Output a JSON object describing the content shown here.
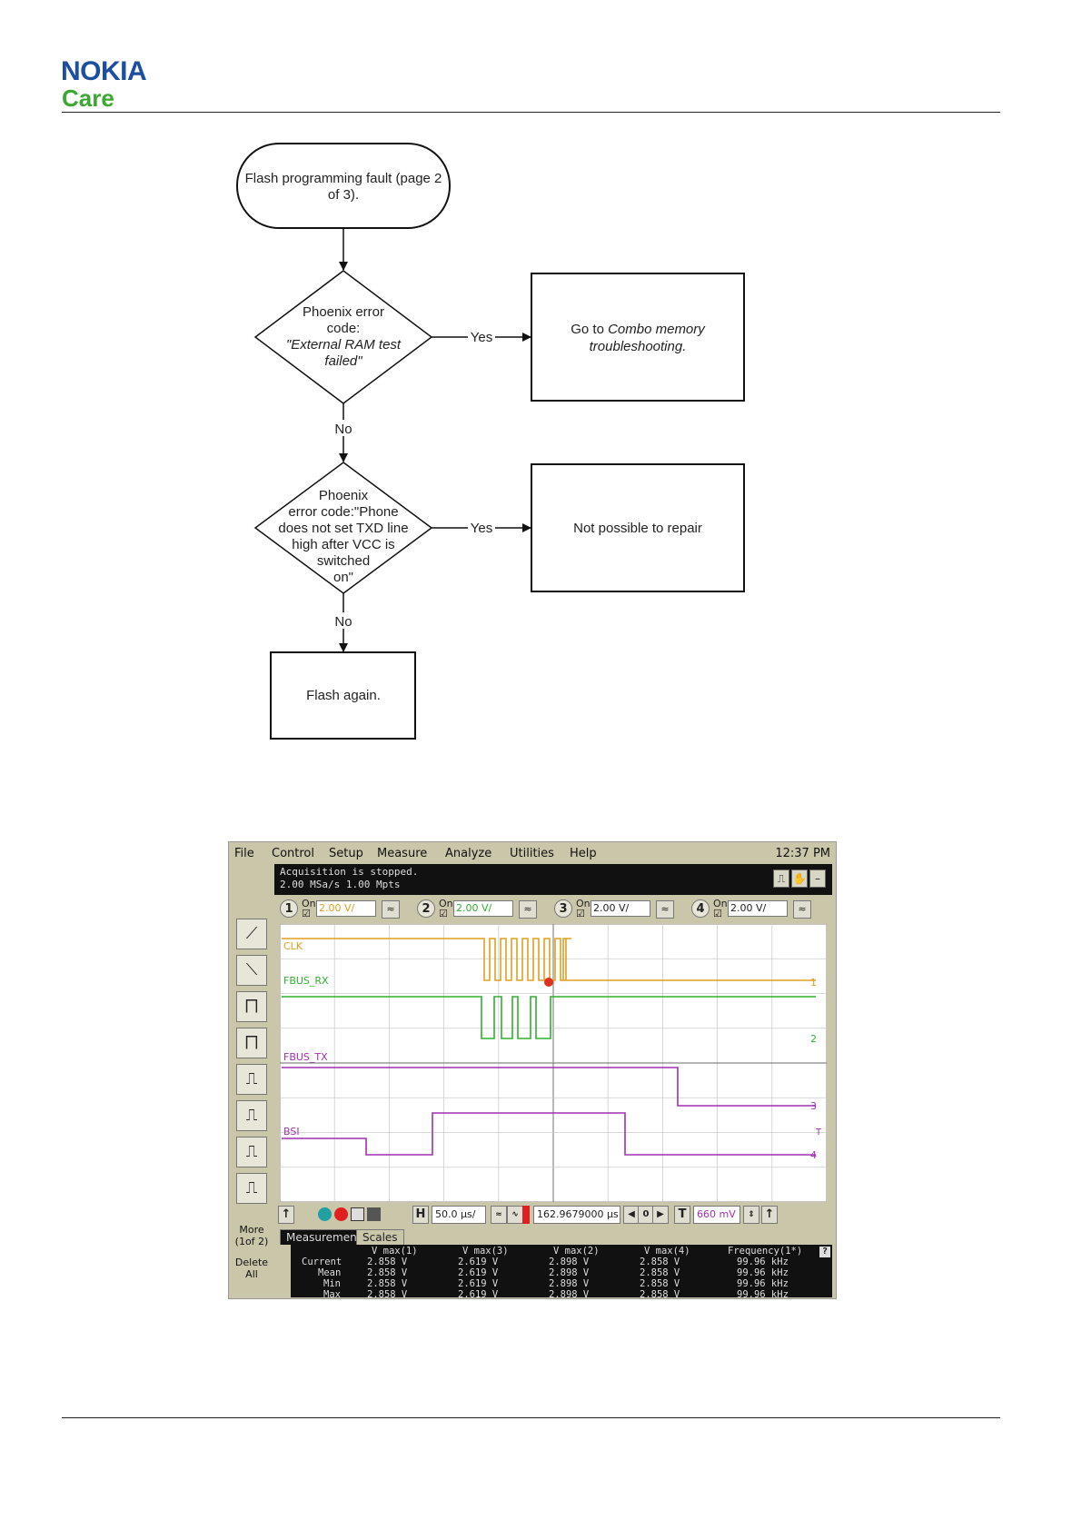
{
  "header": {
    "logo_brand": "NOKIA",
    "logo_sub": "Care"
  },
  "flowchart": {
    "start": [
      "Flash programming fault (page 2",
      "of 3)."
    ],
    "decision1": [
      "Phoenix error",
      "code:",
      "\"External RAM test",
      "failed\""
    ],
    "action1_plain": "Go to ",
    "action1_italic": "Combo memory",
    "action1_line2": "troubleshooting.",
    "decision2": [
      "Phoenix",
      "error code:\"Phone",
      "does not set TXD line",
      "high after VCC is",
      "switched",
      "on\""
    ],
    "action2": "Not possible to repair",
    "end": "Flash again.",
    "yes_label": "Yes",
    "no_label": "No"
  },
  "scope": {
    "menu": [
      "File",
      "Control",
      "Setup",
      "Measure",
      "Analyze",
      "Utilities",
      "Help"
    ],
    "clock": "12:37 PM",
    "status_line1": "Acquisition is stopped.",
    "status_line2": "2.00 MSa/s   1.00 Mpts",
    "channels": [
      {
        "num": "1",
        "on": "On",
        "scale": "2.00 V/",
        "color": "#e0a020"
      },
      {
        "num": "2",
        "on": "On",
        "scale": "2.00 V/",
        "color": "#30b030"
      },
      {
        "num": "3",
        "on": "On",
        "scale": "2.00 V/",
        "color": "#222222"
      },
      {
        "num": "4",
        "on": "On",
        "scale": "2.00 V/",
        "color": "#222222"
      }
    ],
    "traces": [
      {
        "label": "CLK",
        "color": "#e0a020",
        "end_marker": "1"
      },
      {
        "label": "FBUS_RX",
        "color": "#30b030",
        "end_marker": "2"
      },
      {
        "label": "FBUS_TX",
        "color": "#a030b0",
        "end_marker": "3"
      },
      {
        "label": "BSI",
        "color": "#a030b0",
        "end_marker": "4"
      }
    ],
    "trigger_marker": "T",
    "left_more": [
      "More",
      "(1of 2)"
    ],
    "left_delete": [
      "Delete",
      "All"
    ],
    "horiz_label": "H",
    "horiz_scale": "50.0 µs/",
    "delay_value": "162.9679000 µs",
    "trigger_label": "T",
    "trigger_level": "660 mV",
    "tabs": [
      "Measurements",
      "Scales"
    ],
    "meas_headers": [
      "V max(1)",
      "V max(3)",
      "V max(2)",
      "V max(4)",
      "Frequency(1*)"
    ],
    "meas_rows": [
      {
        "label": "Current",
        "values": [
          "2.858 V",
          "2.619 V",
          "2.898 V",
          "2.858 V",
          "99.96 kHz"
        ]
      },
      {
        "label": "Mean",
        "values": [
          "2.858 V",
          "2.619 V",
          "2.898 V",
          "2.858 V",
          "99.96 kHz"
        ]
      },
      {
        "label": "Min",
        "values": [
          "2.858 V",
          "2.619 V",
          "2.898 V",
          "2.858 V",
          "99.96 kHz"
        ]
      },
      {
        "label": "Max",
        "values": [
          "2.858 V",
          "2.619 V",
          "2.898 V",
          "2.858 V",
          "99.96 kHz"
        ]
      }
    ]
  }
}
